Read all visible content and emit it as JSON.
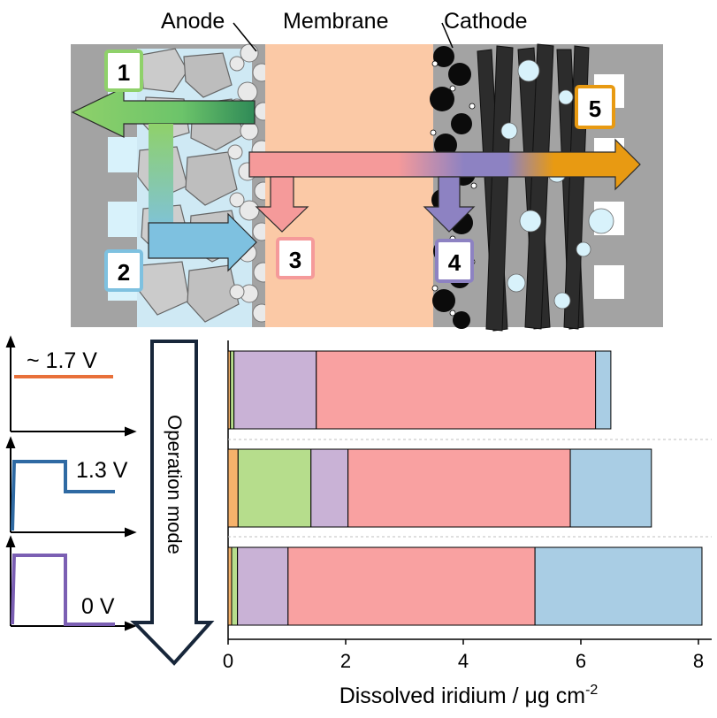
{
  "diagram": {
    "layer_labels": {
      "anode": "Anode",
      "membrane": "Membrane",
      "cathode": "Cathode"
    },
    "pathways": [
      {
        "number": "1",
        "color": "#8fd16a"
      },
      {
        "number": "2",
        "color": "#7ec1e0"
      },
      {
        "number": "3",
        "color": "#f59a9a"
      },
      {
        "number": "4",
        "color": "#8d82c2"
      },
      {
        "number": "5",
        "color": "#e89a12"
      }
    ],
    "operation_label": "Operation mode",
    "modes": [
      {
        "voltage_label": "~ 1.7 V",
        "color": "#e8703a"
      },
      {
        "voltage_label": "1.3 V",
        "color": "#2f6aa3"
      },
      {
        "voltage_label": "0 V",
        "color": "#7b5fb3"
      }
    ]
  },
  "chart_data": {
    "type": "bar",
    "orientation": "horizontal",
    "stacked": true,
    "xlabel": "Dissolved iridium / μg cm",
    "xlabel_superscript": "-2",
    "xlim": [
      0,
      8
    ],
    "xticks": [
      "0",
      "2",
      "4",
      "6",
      "8"
    ],
    "categories": [
      "~ 1.7 V",
      "1.3 V",
      "0 V"
    ],
    "series": [
      {
        "pathway": "5",
        "color": "#f6b26b",
        "values": [
          0.04,
          0.17,
          0.06
        ]
      },
      {
        "pathway": "1",
        "color": "#b6dd8c",
        "values": [
          0.06,
          1.24,
          0.1
        ]
      },
      {
        "pathway": "4",
        "color": "#c9b2d6",
        "values": [
          1.4,
          0.63,
          0.86
        ]
      },
      {
        "pathway": "3",
        "color": "#f9a1a1",
        "values": [
          4.75,
          3.78,
          4.2
        ]
      },
      {
        "pathway": "2",
        "color": "#a9cde4",
        "values": [
          0.26,
          1.38,
          2.84
        ]
      }
    ]
  }
}
